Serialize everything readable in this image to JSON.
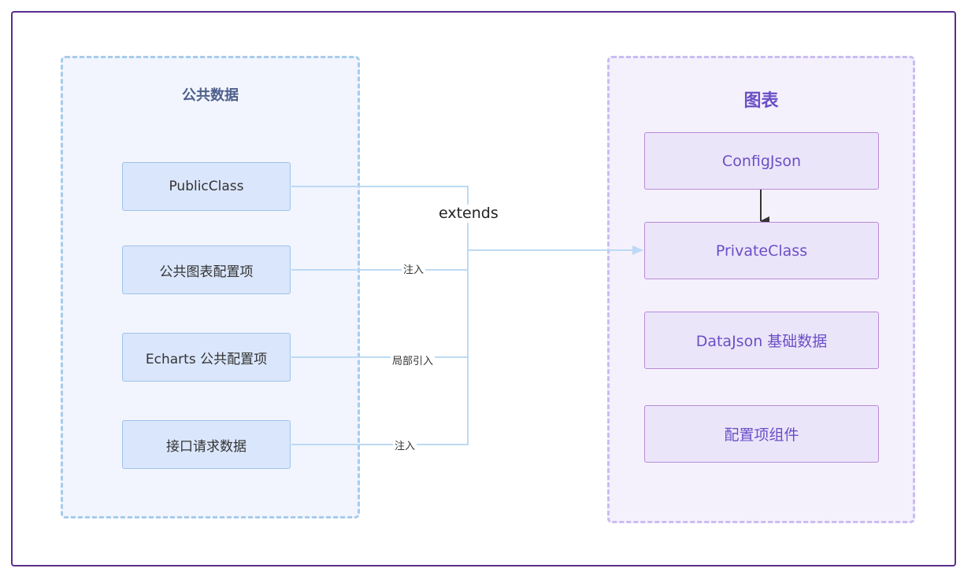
{
  "diagram": {
    "groups": {
      "public": {
        "title": "公共数据"
      },
      "chart": {
        "title": "图表"
      }
    },
    "left_nodes": {
      "public_class": "PublicClass",
      "public_chart_config": "公共图表配置项",
      "echarts_public_config": "Echarts 公共配置项",
      "api_request_data": "接口请求数据"
    },
    "right_nodes": {
      "config_json": "ConfigJson",
      "private_class": "PrivateClass",
      "data_json": "DataJson 基础数据",
      "config_component": "配置项组件"
    },
    "edge_labels": {
      "extends": "extends",
      "inject_1": "注入",
      "partial_import": "局部引入",
      "inject_2": "注入"
    },
    "colors": {
      "frame": "#5b2d8e",
      "left_group_border": "#a6ccec",
      "right_group_border": "#cbbcf2",
      "connector": "#bcdaf5",
      "arrow_dark": "#333333"
    }
  }
}
